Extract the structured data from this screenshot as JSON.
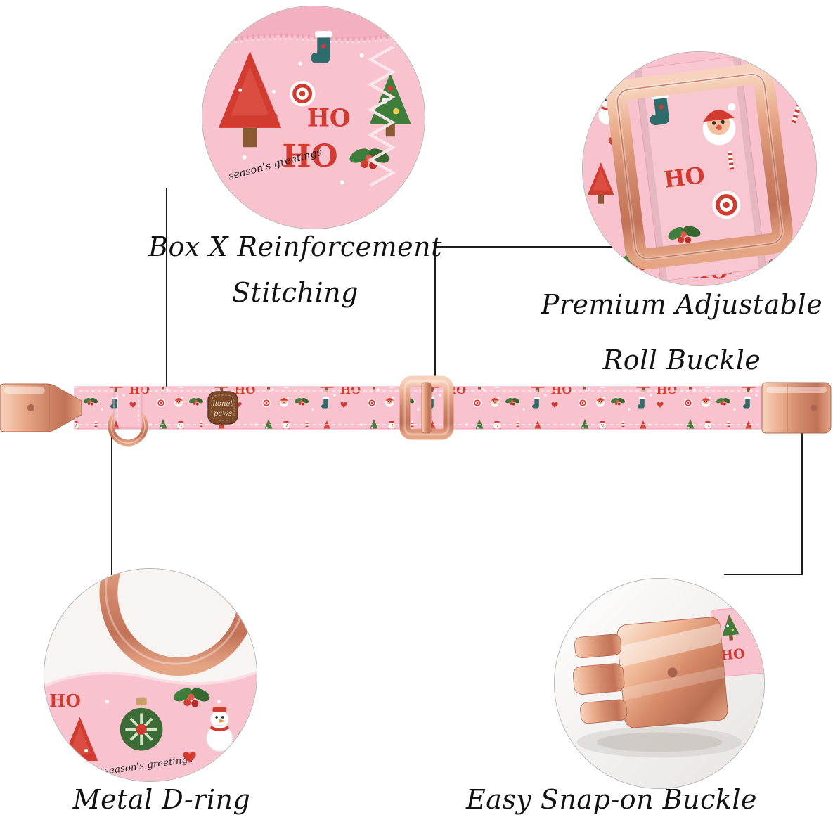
{
  "page": {
    "background": "#ffffff"
  },
  "labels": {
    "stitching_line1": "Box X Reinforcement",
    "stitching_line2": "Stitching",
    "roll_line1": "Premium Adjustable",
    "roll_line2": "Roll Buckle",
    "dring": "Metal D-ring",
    "snap": "Easy Snap-on Buckle"
  },
  "fabric": {
    "ho": "HO",
    "script": "season's greetings"
  },
  "collar": {
    "brand_line1": "lionet",
    "brand_line2": "paws"
  },
  "colors": {
    "fabric_pink": "#f8c2ce",
    "rose_gold": "#d98d6f",
    "print_red": "#d23b2f",
    "print_green": "#3f7d3a",
    "print_teal": "#2e6b6b",
    "callout_line": "#1c1c1c"
  }
}
